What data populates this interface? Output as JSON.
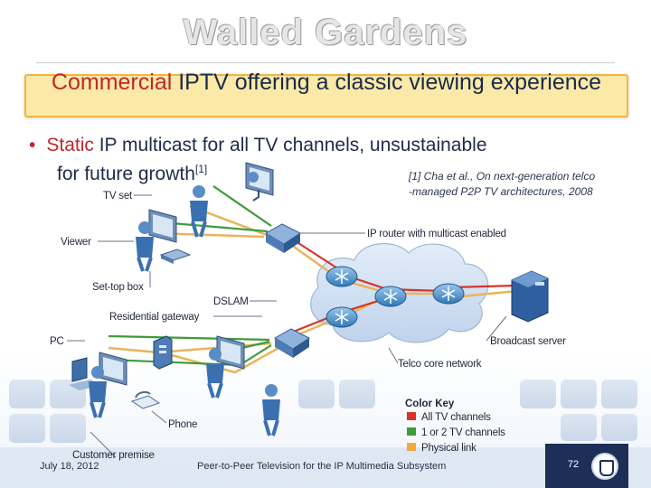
{
  "slide": {
    "title": "Walled Gardens",
    "subtitle_highlight": "Commercial",
    "subtitle_rest": " IPTV offering a classic viewing experience",
    "bullet_highlight": "Static",
    "bullet_text_1": " IP multicast for all TV channels, unsustainable",
    "bullet_text_2": "for future growth",
    "bullet_ref": "[1]",
    "citation_line1": "[1] Cha et al., On next-generation telco",
    "citation_line2": "-managed P2P TV architectures, 2008"
  },
  "diagram": {
    "labels": {
      "tv_set": "TV set",
      "viewer": "Viewer",
      "settop": "Set-top box",
      "dslam": "DSLAM",
      "gateway": "Residential gateway",
      "pc": "PC",
      "phone": "Phone",
      "premise": "Customer premise",
      "router": "IP router with multicast enabled",
      "broadcast": "Broadcast server",
      "core": "Telco core network"
    },
    "color_key": {
      "title": "Color Key",
      "items": [
        {
          "label": "All TV channels",
          "color": "#d7332b"
        },
        {
          "label": "1 or 2 TV channels",
          "color": "#3f9a3a"
        },
        {
          "label": "Physical link",
          "color": "#f2a93b"
        }
      ]
    }
  },
  "footer": {
    "date": "July 18, 2012",
    "center": "Peer-to-Peer Television for the IP Multimedia Subsystem",
    "page": "72"
  },
  "colors": {
    "red_link": "#d7332b",
    "green_link": "#3f9a3a",
    "physical_link": "#e9b45a",
    "cloud": "#cfe0f3",
    "footer_box": "#1d2f57"
  }
}
